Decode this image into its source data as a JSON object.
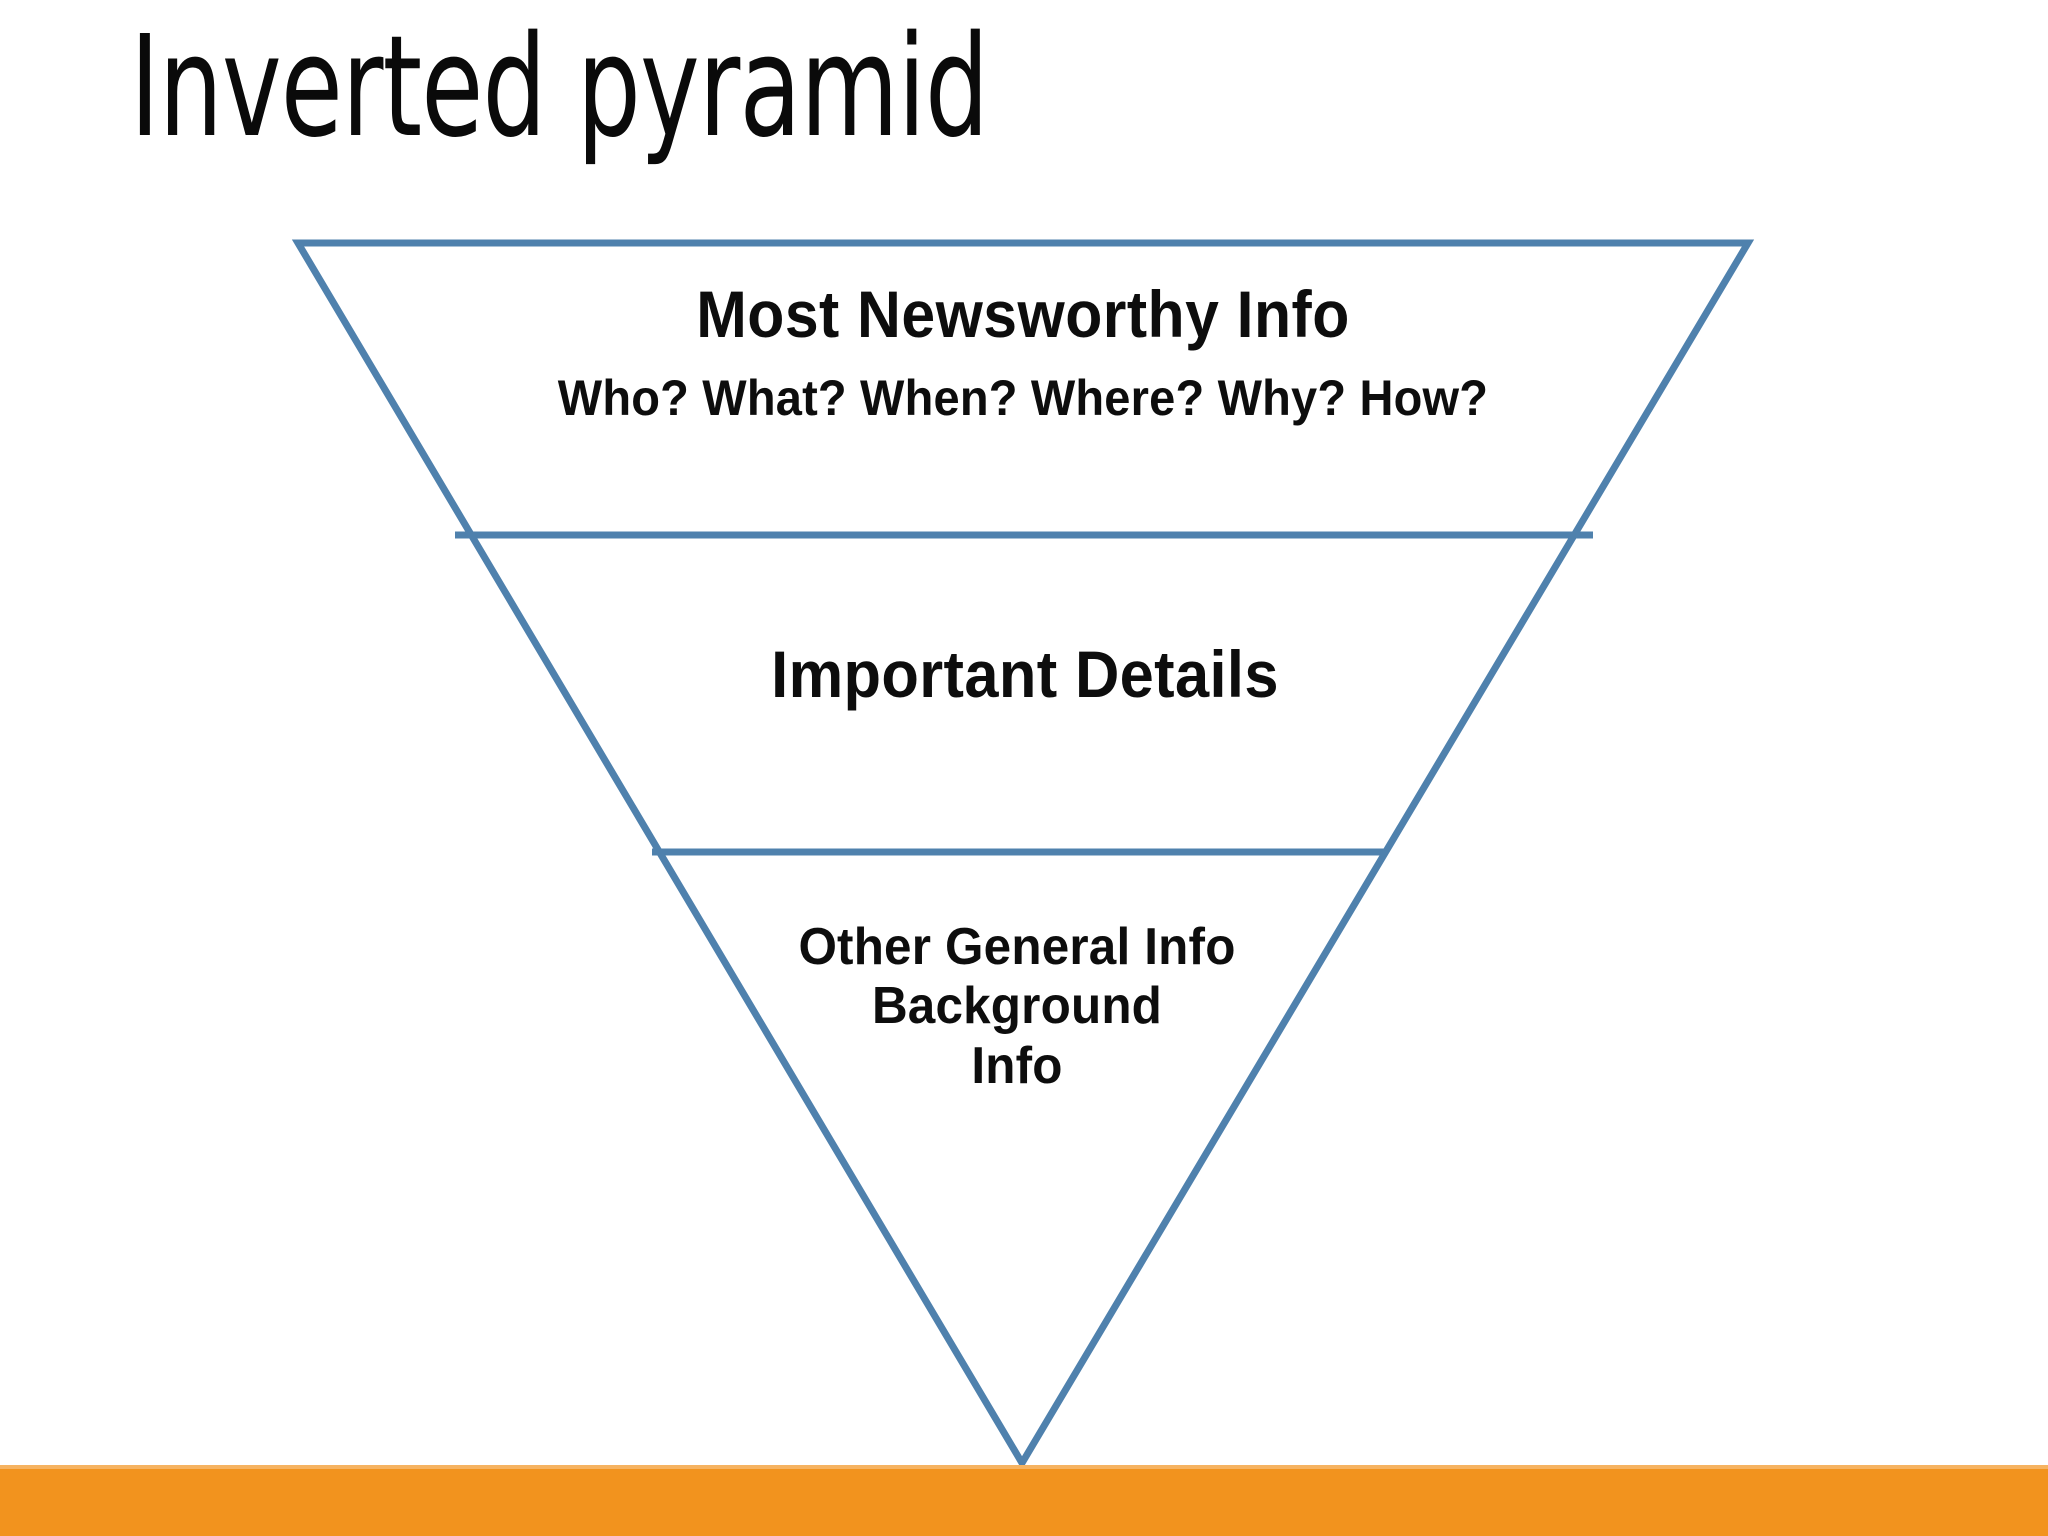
{
  "slide": {
    "title": "Inverted pyramid",
    "background_color": "#FFFFFF",
    "accent_bar_color": "#F2931E",
    "outline_color": "#4F81AD"
  },
  "diagram": {
    "type": "inverted-pyramid",
    "orientation": "point-down",
    "bands": [
      {
        "id": "most-newsworthy",
        "heading": "Most Newsworthy Info",
        "subtext": "Who? What? When? Where? Why? How?",
        "lines": [
          "Most Newsworthy Info",
          "Who? What? When? Where? Why? How?"
        ]
      },
      {
        "id": "important-details",
        "heading": "Important Details",
        "lines": [
          "Important Details"
        ]
      },
      {
        "id": "other-general-info",
        "heading": "Other General Info",
        "lines": [
          "Other General Info",
          "Background",
          "Info"
        ],
        "line_1": "Other General Info",
        "line_2": "Background",
        "line_3": "Info"
      }
    ]
  },
  "footer": {
    "label": ""
  }
}
